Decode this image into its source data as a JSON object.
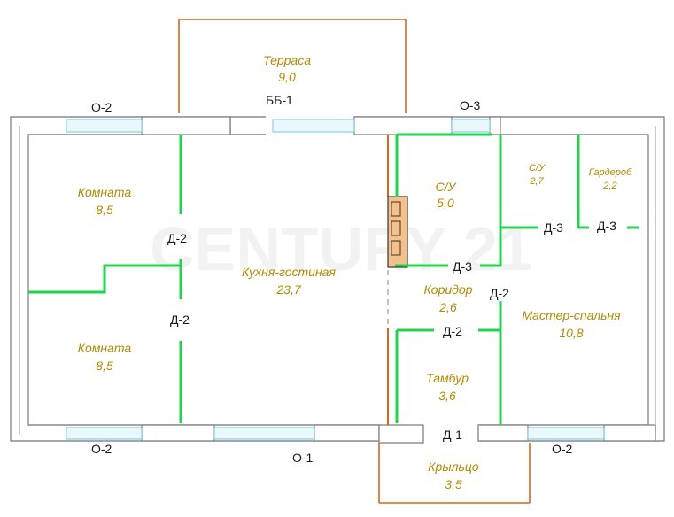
{
  "rooms": {
    "terrace": {
      "name": "Терраса",
      "area": "9,0"
    },
    "room_top": {
      "name": "Комната",
      "area": "8,5"
    },
    "room_bot": {
      "name": "Комната",
      "area": "8,5"
    },
    "kitchen": {
      "name": "Кухня-гостиная",
      "area": "23,7"
    },
    "bath": {
      "name": "С/У",
      "area": "5,0"
    },
    "wc": {
      "name": "С/У",
      "area": "2,7"
    },
    "wardrobe": {
      "name": "Гардероб",
      "area": "2,2"
    },
    "corridor": {
      "name": "Коридор",
      "area": "2,6"
    },
    "master": {
      "name": "Мастер-спальня",
      "area": "10,8"
    },
    "vestibule": {
      "name": "Тамбур",
      "area": "3,6"
    },
    "porch": {
      "name": "Крыльцо",
      "area": "3,5"
    }
  },
  "codes": {
    "window_top_left": "О-2",
    "balcony_door": "ББ-1",
    "window_top_right": "О-3",
    "door_left_top": "Д-2",
    "door_left_bot": "Д-2",
    "door_bath": "Д-3",
    "door_wc": "Д-3",
    "door_wardrobe": "Д-3",
    "door_master": "Д-2",
    "door_vestibule": "Д-2",
    "door_entrance": "Д-1",
    "window_bot_left": "О-2",
    "window_bot_mid": "О-1",
    "window_bot_right": "О-2"
  },
  "watermark": "CENTURY 21",
  "colors": {
    "wall": "#8a8a8a",
    "partition": "#22d44c",
    "window": "#8fd3e8",
    "extension": "#d2691e",
    "room_label": "#b58a00"
  }
}
